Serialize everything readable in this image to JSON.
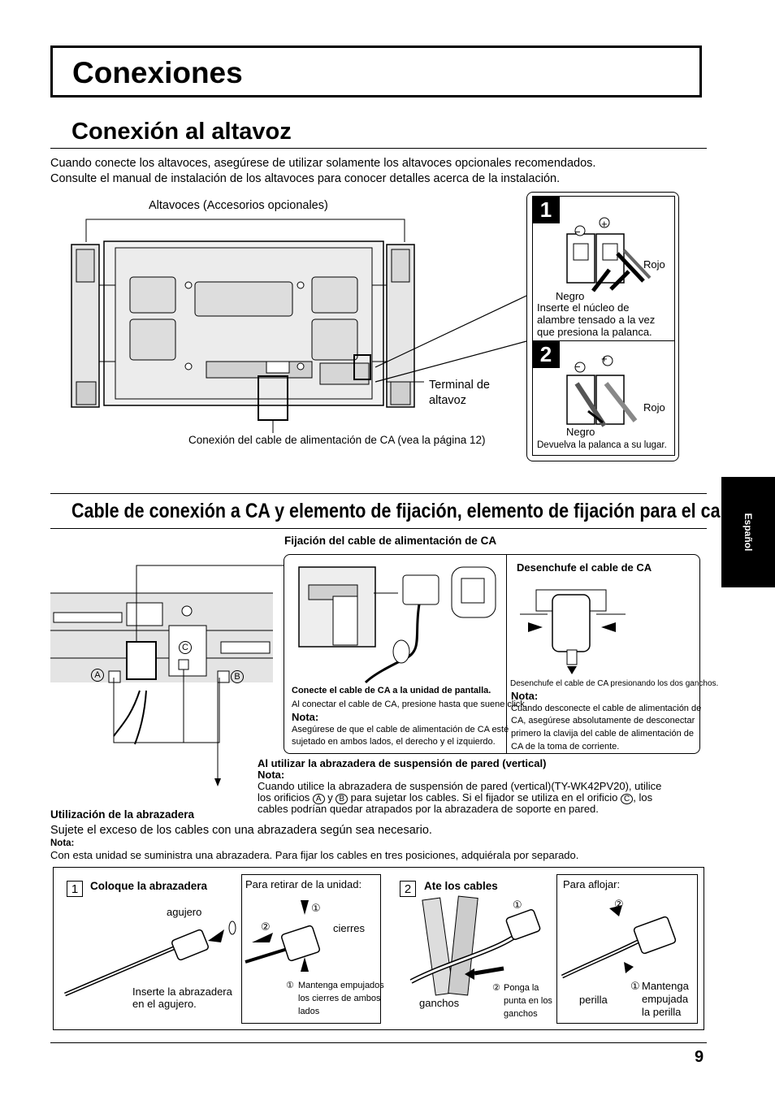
{
  "header": {
    "title": "Conexiones"
  },
  "section1": {
    "heading": "Conexión al altavoz",
    "intro1": "Cuando conecte los altavoces, asegúrese de utilizar solamente los altavoces opcionales recomendados.",
    "intro2": "Consulte el manual de instalación de los altavoces para conocer detalles acerca de la instalación.",
    "label_speakers": "Altavoces (Accesorios opcionales)",
    "label_terminal_1": "Terminal de",
    "label_terminal_2": "altavoz",
    "label_power": "Conexión del cable de alimentación de CA (vea la página 12)",
    "step1": {
      "num": "1",
      "minus": "−",
      "plus": "+",
      "rojo": "Rojo",
      "negro": "Negro",
      "text1": "Inserte el núcleo de",
      "text2": "alambre tensado a la vez",
      "text3": "que presiona la palanca."
    },
    "step2": {
      "num": "2",
      "minus": "−",
      "plus": "+",
      "rojo": "Rojo",
      "negro": "Negro",
      "text": "Devuelva la palanca a su lugar."
    }
  },
  "section2": {
    "heading": "Cable de conexión a CA y elemento de fijación, elemento de fijación para el cable",
    "fix_title": "Fijación del cable de alimentación de CA",
    "marker_a": "A",
    "marker_b": "B",
    "marker_c": "C",
    "left_bold": "Conecte el cable de CA a la unidad de pantalla.",
    "left_text": "Al conectar el cable de CA, presione hasta que suene click.",
    "left_nota": "Nota:",
    "left_note1": "Asegúrese de que el cable de alimentación de CA esté",
    "left_note2": "sujetado en ambos lados, el derecho y el izquierdo.",
    "right_title": "Desenchufe el cable de CA",
    "right_text": "Desenchufe el cable de CA presionando los dos ganchos.",
    "right_nota": "Nota:",
    "right_note1": "Cuando desconecte el cable de alimentación de",
    "right_note2": "CA, asegúrese absolutamente de desconectar",
    "right_note3": "primero la clavija del cable de alimentación de",
    "right_note4": "CA de la toma de corriente.",
    "wall_title": "Al utilizar la abrazadera de suspensión de pared (vertical)",
    "wall_nota": "Nota:",
    "wall_text1": "Cuando utilice la abrazadera de suspensión de pared (vertical)(TY-WK42PV20), utilice",
    "wall_text2a": "los orificios",
    "wall_text2b": "y",
    "wall_text2c": "para sujetar los cables. Si el fijador se utiliza en el orificio",
    "wall_text2d": ", los",
    "wall_text3": "cables podrían quedar atrapados por la abrazadera de soporte en pared.",
    "clamp_title": "Utilización de la abrazadera",
    "clamp_text": "Sujete el exceso de los cables con una abrazadera según sea necesario.",
    "clamp_nota": "Nota:",
    "clamp_note": "Con esta unidad se suministra una abrazadera. Para fijar los cables en tres posiciones, adquiérala por separado.",
    "box1": {
      "num": "1",
      "title": "Coloque la abrazadera",
      "agujero": "agujero",
      "insert1": "Inserte la abrazadera",
      "insert2": "en el agujero.",
      "remove_title": "Para retirar de la unidad:",
      "cierres": "cierres",
      "c1": "①",
      "c2": "②",
      "hold1": "Mantenga empujados",
      "hold2": "los cierres de ambos",
      "hold3": "lados"
    },
    "box2": {
      "num": "2",
      "title": "Ate los cables",
      "ganchos": "ganchos",
      "c1": "①",
      "c2": "②",
      "tip1": "Ponga la",
      "tip2": "punta en los",
      "tip3": "ganchos",
      "loosen_title": "Para aflojar:",
      "perilla": "perilla",
      "hold1": "Mantenga",
      "hold2": "empujada",
      "hold3": "la perilla"
    }
  },
  "sidebar": {
    "language": "Español"
  },
  "footer": {
    "page_number": "9"
  }
}
